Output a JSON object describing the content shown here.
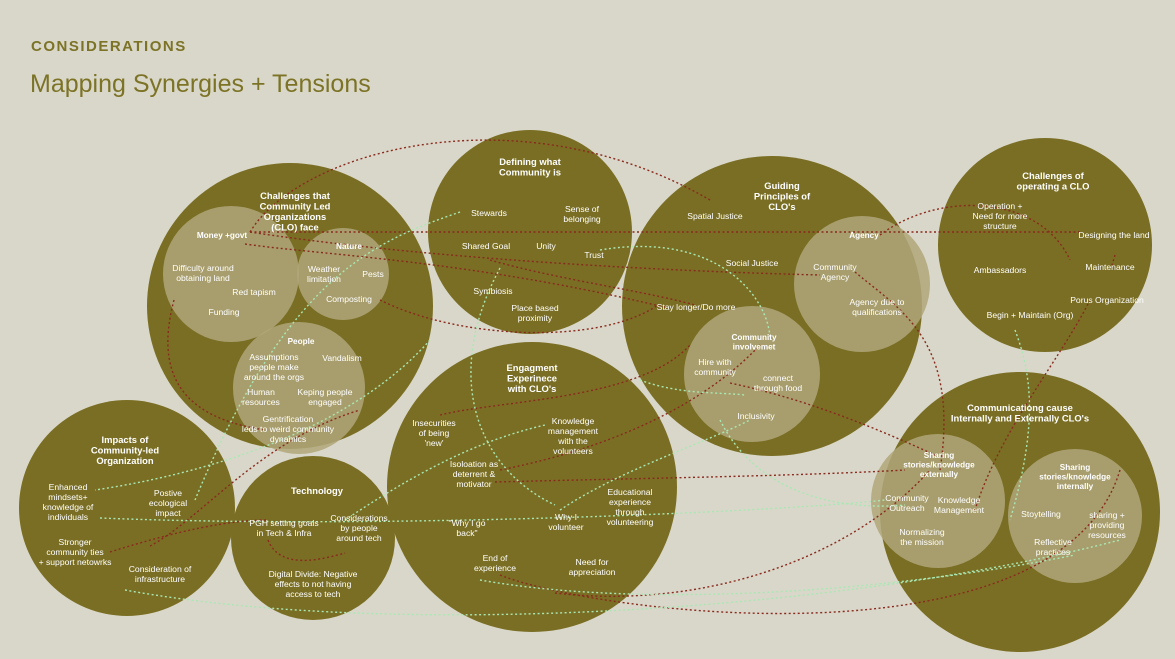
{
  "header": {
    "kicker": "CONSIDERATIONS",
    "title": "Mapping Synergies + Tensions"
  },
  "colors": {
    "background": "#d9d7c9",
    "circle": "#7a6e24",
    "subcircle": "#b0a77a",
    "text": "#ffffff",
    "tension_line": "#8a2a1e",
    "synergy_line": "#a9e8b4"
  },
  "circles": {
    "challenges": {
      "title": [
        "Challenges that",
        "Community Led",
        "Organizations",
        "(CLO) face"
      ],
      "money": {
        "title": "Money +govt",
        "items": [
          [
            "Difficulty around",
            "obtaining land"
          ],
          [
            "Red tapism"
          ],
          [
            "Funding"
          ]
        ]
      },
      "nature": {
        "title": "Nature",
        "items": [
          [
            "Weather",
            "limitation"
          ],
          [
            "Pests"
          ],
          [
            "Composting"
          ]
        ]
      },
      "people": {
        "title": "People",
        "items": [
          [
            "Assumptions",
            "people make",
            "around the orgs"
          ],
          [
            "Vandalism"
          ],
          [
            "Human",
            "resources"
          ],
          [
            "Keping people",
            "engaged"
          ],
          [
            "Gentrification",
            "leds to weird community",
            "dynamics"
          ]
        ]
      }
    },
    "defining": {
      "title": [
        "Defining what",
        "Community is"
      ],
      "items": [
        [
          "Stewards"
        ],
        [
          "Sense of",
          "belonging"
        ],
        [
          "Shared Goal"
        ],
        [
          "Unity"
        ],
        [
          "Trust"
        ],
        [
          "Symbiosis"
        ],
        [
          "Place based",
          "proximity"
        ]
      ]
    },
    "guiding": {
      "title": [
        "Guiding",
        "Principles of",
        "CLO's"
      ],
      "items": [
        [
          "Spatial Justice"
        ],
        [
          "Social Justice"
        ],
        [
          "Stay longer/Do more"
        ]
      ],
      "agency": {
        "title": "Agency",
        "items": [
          [
            "Community",
            "Agency"
          ],
          [
            "Agency due to",
            "qualifications"
          ]
        ]
      },
      "involvement": {
        "title": [
          "Community",
          "involvemet"
        ],
        "items": [
          [
            "Hire with",
            "community"
          ],
          [
            "connect",
            "through food"
          ],
          [
            "Inclusivity"
          ]
        ]
      }
    },
    "operating": {
      "title": [
        "Challenges of",
        "operating a CLO"
      ],
      "items": [
        [
          "Operation +",
          "Need for more",
          "structure"
        ],
        [
          "Designing the land"
        ],
        [
          "Ambassadors"
        ],
        [
          "Maintenance"
        ],
        [
          "Porus Organization"
        ],
        [
          "Begin + Maintain (Org)"
        ]
      ]
    },
    "engagement": {
      "title": [
        "Engagment",
        "Experinece",
        "with CLO's"
      ],
      "items": [
        [
          "Insecurities",
          "of being",
          "'new'"
        ],
        [
          "Knowledge",
          "management",
          "with the",
          "volunteers"
        ],
        [
          "Isoloation as",
          "deterrent &",
          "motivator"
        ],
        [
          "Educational",
          "experience",
          "through",
          "volunteering"
        ],
        [
          "\"Why I go",
          "back\""
        ],
        [
          "Why I",
          "volunteer"
        ],
        [
          "End of",
          "experience"
        ],
        [
          "Need for",
          "appreciation"
        ]
      ]
    },
    "impacts": {
      "title": [
        "Impacts  of",
        "Community-led",
        "Organization"
      ],
      "items": [
        [
          "Enhanced",
          "mindsets+",
          "knowledge of",
          "individuals"
        ],
        [
          "Postive",
          "ecological",
          "impact"
        ],
        [
          "Stronger",
          "community ties",
          "+ support netowrks"
        ],
        [
          "Consideration of",
          "infrastructure"
        ]
      ]
    },
    "technology": {
      "title": [
        "Technology"
      ],
      "items": [
        [
          "PGH setting goals",
          "in Tech & Infra"
        ],
        [
          "Considerations",
          "by people",
          "around tech"
        ],
        [
          "Digital Divide: Negative",
          "effects to not having",
          "access to tech"
        ]
      ]
    },
    "communicating": {
      "title": [
        "Communicationg cause",
        "Internally and Externally CLO's"
      ],
      "external": {
        "title": [
          "Sharing",
          "stories/knowledge",
          "externally"
        ],
        "items": [
          [
            "Community",
            "Outreach"
          ],
          [
            "Knowledge",
            "Management"
          ],
          [
            "Normalizing",
            "the mission"
          ]
        ]
      },
      "internal": {
        "title": [
          "Sharing",
          "stories/knowledge",
          "internally"
        ],
        "items": [
          [
            "Stoytelling"
          ],
          [
            "sharing +",
            "providing",
            "resources"
          ],
          [
            "Reflective",
            "practices"
          ]
        ]
      }
    }
  }
}
